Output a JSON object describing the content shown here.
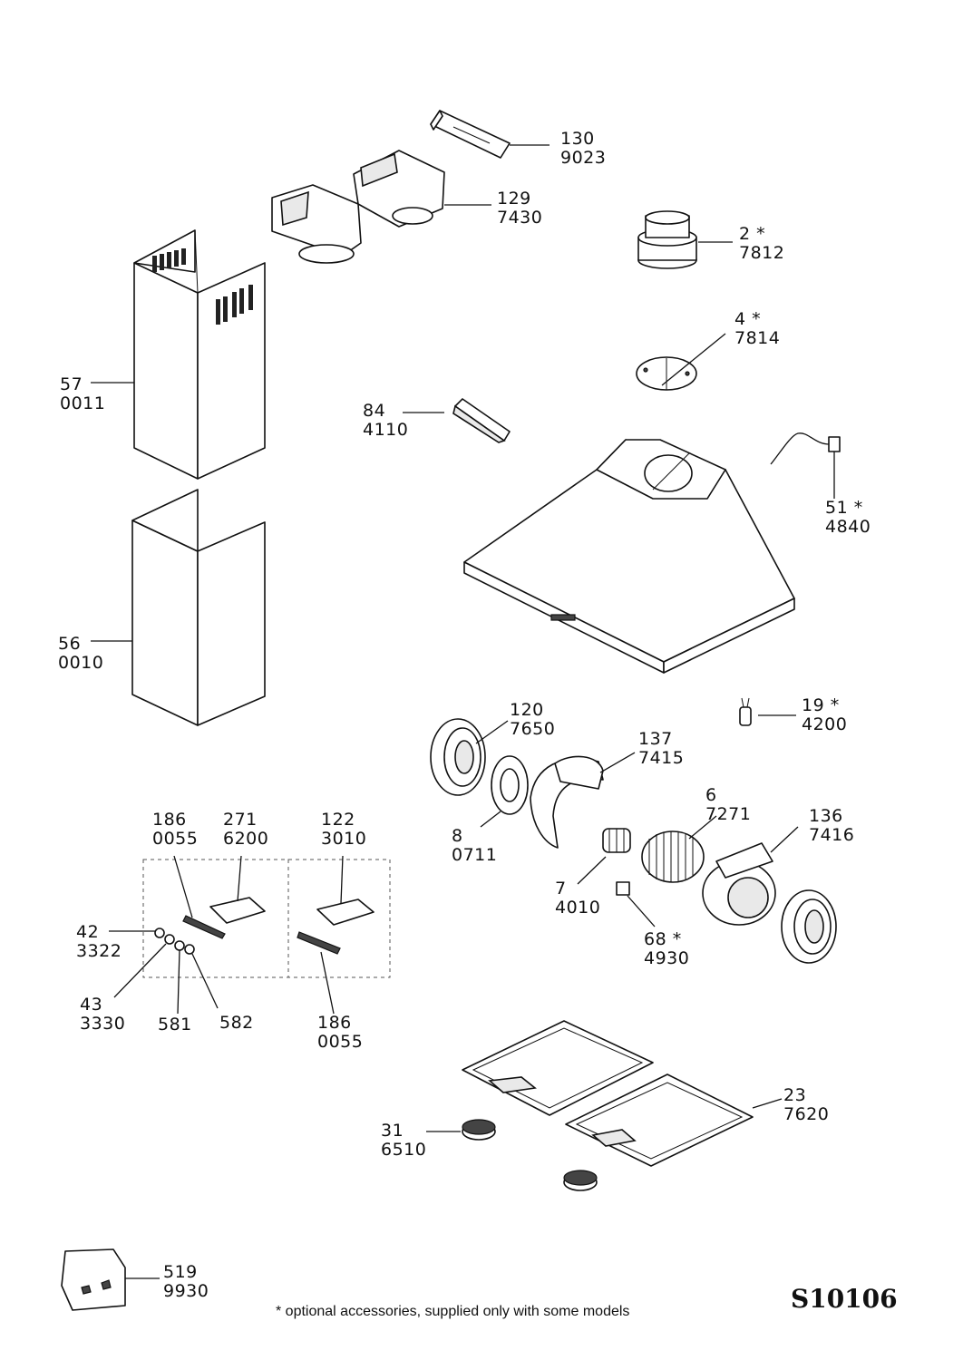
{
  "diagram": {
    "drawing_code": "S10106",
    "footnote": "* optional accessories, supplied only with some models"
  },
  "callouts": [
    {
      "ref": "130",
      "code": "9023"
    },
    {
      "ref": "129",
      "code": "7430"
    },
    {
      "ref": "2 *",
      "code": "7812"
    },
    {
      "ref": "4 *",
      "code": "7814"
    },
    {
      "ref": "57",
      "code": "0011"
    },
    {
      "ref": "84",
      "code": "4110"
    },
    {
      "ref": "51 *",
      "code": "4840"
    },
    {
      "ref": "56",
      "code": "0010"
    },
    {
      "ref": "120",
      "code": "7650"
    },
    {
      "ref": "19 *",
      "code": "4200"
    },
    {
      "ref": "137",
      "code": "7415"
    },
    {
      "ref": "6",
      "code": "7271"
    },
    {
      "ref": "136",
      "code": "7416"
    },
    {
      "ref": "8",
      "code": "0711"
    },
    {
      "ref": "7",
      "code": "4010"
    },
    {
      "ref": "68 *",
      "code": "4930"
    },
    {
      "ref": "186",
      "code": "0055"
    },
    {
      "ref": "271",
      "code": "6200"
    },
    {
      "ref": "122",
      "code": "3010"
    },
    {
      "ref": "42",
      "code": "3322"
    },
    {
      "ref": "43",
      "code": "3330"
    },
    {
      "ref": "581",
      "code": ""
    },
    {
      "ref": "582",
      "code": ""
    },
    {
      "ref": "186",
      "code": "0055"
    },
    {
      "ref": "23",
      "code": "7620"
    },
    {
      "ref": "31",
      "code": "6510"
    },
    {
      "ref": "519",
      "code": "9930"
    }
  ]
}
